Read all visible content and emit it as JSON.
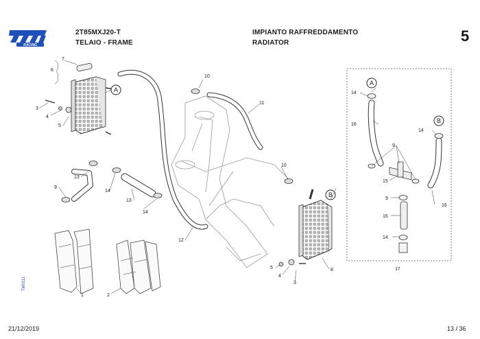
{
  "header": {
    "model_code": "2T85MXJ20-T",
    "group_it": "IMPIANTO RAFFREDDAMENTO",
    "section_en": "TELAIO - FRAME",
    "group_en": "RADIATOR",
    "section_number": "5"
  },
  "logo": {
    "brand": "tm",
    "sub": "RACING",
    "color": "#1f4fb8"
  },
  "side_code": "TM0111",
  "footer": {
    "date": "21/12/2019",
    "page": "13 / 36"
  },
  "callouts": {
    "c1": "1",
    "c2": "2",
    "c3a": "3",
    "c3b": "3",
    "c4a": "4",
    "c4b": "4",
    "c5a": "5",
    "c5b": "5",
    "c6": "6",
    "c7": "7",
    "c8": "8",
    "c9a": "9",
    "c9b": "9",
    "c9c": "9",
    "c10a": "10",
    "c10b": "10",
    "c11": "11",
    "c12": "12",
    "c13a": "13",
    "c13b": "13",
    "c14a": "14",
    "c14b": "14",
    "c14c": "14",
    "c14d": "14",
    "c14e": "14",
    "c15": "15",
    "c16a": "16",
    "c16b": "16",
    "c16c": "16",
    "c17": "17"
  },
  "markers": {
    "a1": "A",
    "a2": "A",
    "b1": "B",
    "b2": "B"
  }
}
